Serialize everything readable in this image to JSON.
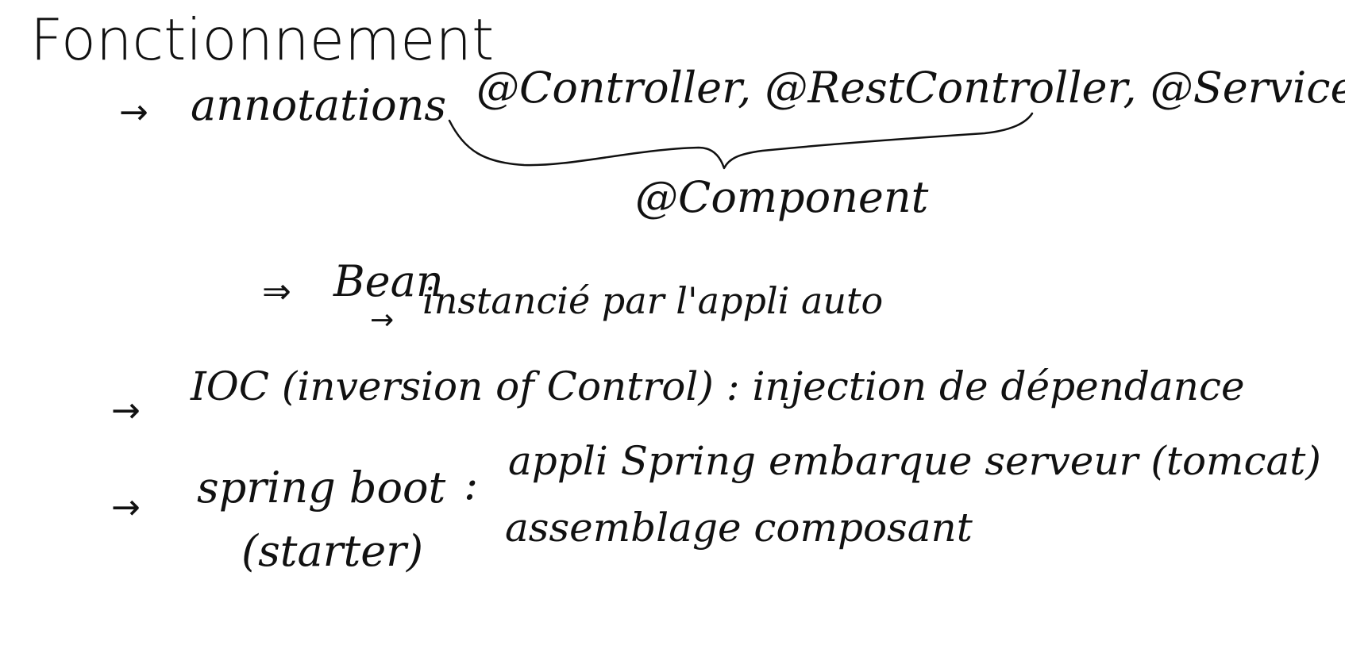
{
  "note": {
    "title": "Fonctionnement",
    "arrow": "→",
    "double_arrow": "⇒",
    "annotations_label": "annotations",
    "annotations_list": "@Controller, @RestController, @Service",
    "component": "@Component",
    "bean": "Bean",
    "bean_detail": "instancié par l'appli auto",
    "ioc": "IOC (inversion of Control) : injection de dépendance",
    "spring_boot": "spring boot",
    "starter": "(starter)",
    "colon": ":",
    "spring_boot_line1": "appli Spring embarque serveur (tomcat)",
    "spring_boot_line2": "assemblage composant"
  }
}
